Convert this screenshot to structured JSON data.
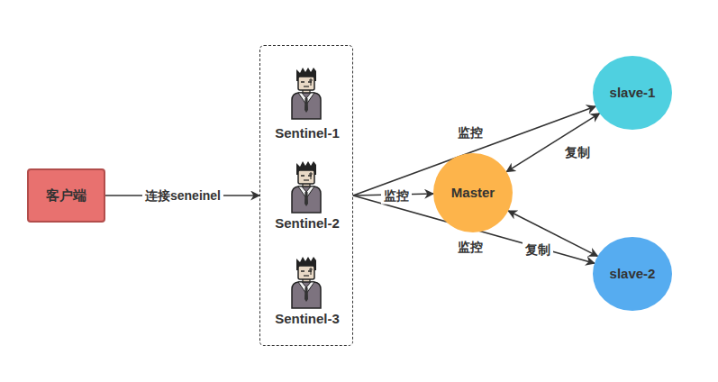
{
  "diagram": {
    "nodes": [
      {
        "text": [
          "客户端"
        ]
      },
      {
        "text": []
      },
      {
        "text": [
          "Sentinel-1"
        ],
        "in": 1
      },
      {
        "text": [
          "Sentinel-2"
        ],
        "in": 1
      },
      {
        "text": [
          "Sentinel-3"
        ],
        "in": 1
      },
      {
        "text": [
          "Master"
        ]
      },
      {
        "text": [
          "slave-1"
        ]
      },
      {
        "text": [
          "slave-2"
        ]
      }
    ],
    "edges": [
      {
        "from": 0,
        "to": 1,
        "label": "连接seneinel",
        "arrow": "to"
      },
      {
        "from": 1,
        "to": 6,
        "label": "监控",
        "arrow": "to"
      },
      {
        "from": 1,
        "to": 5,
        "label": "监控",
        "arrow": "to"
      },
      {
        "from": 1,
        "to": 7,
        "label": "监控",
        "arrow": "to"
      },
      {
        "from": 6,
        "to": 5,
        "label": "复制",
        "arrow": "both"
      },
      {
        "from": 7,
        "to": 5,
        "label": "复制",
        "arrow": "both"
      }
    ]
  }
}
